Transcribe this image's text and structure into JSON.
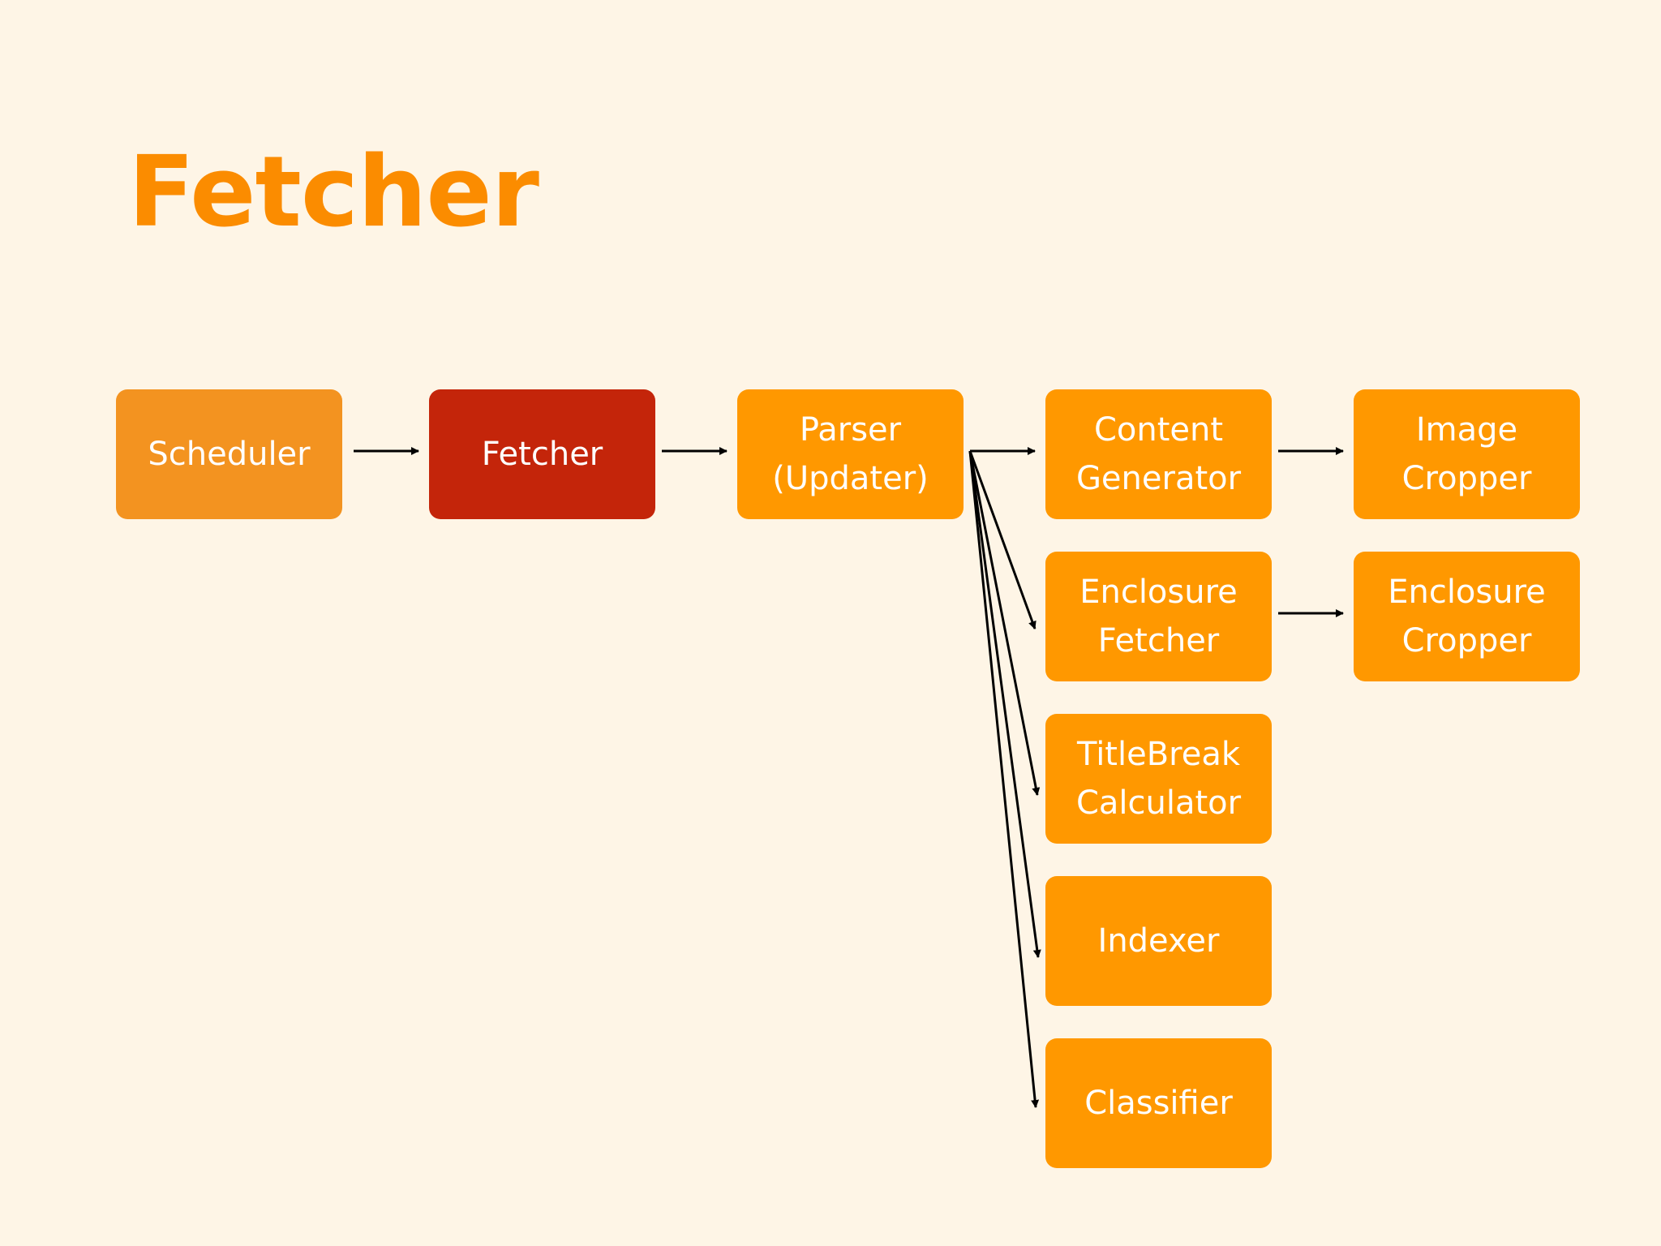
{
  "slide": {
    "title": "Fetcher"
  },
  "colors": {
    "background": "#fef5e6",
    "title": "#fb8c00",
    "node_default": "#ff9800",
    "node_scheduler": "#f39320",
    "node_highlight": "#c4250a",
    "arrow": "#000000"
  },
  "nodes": [
    {
      "id": "scheduler",
      "lines": [
        "Scheduler"
      ],
      "highlight": false
    },
    {
      "id": "fetcher",
      "lines": [
        "Fetcher"
      ],
      "highlight": true
    },
    {
      "id": "parser",
      "lines": [
        "Parser",
        "(Updater)"
      ],
      "highlight": false
    },
    {
      "id": "content-generator",
      "lines": [
        "Content",
        "Generator"
      ],
      "highlight": false
    },
    {
      "id": "image-cropper",
      "lines": [
        "Image",
        "Cropper"
      ],
      "highlight": false
    },
    {
      "id": "enclosure-fetcher",
      "lines": [
        "Enclosure",
        "Fetcher"
      ],
      "highlight": false
    },
    {
      "id": "enclosure-cropper",
      "lines": [
        "Enclosure",
        "Cropper"
      ],
      "highlight": false
    },
    {
      "id": "titlebreak-calculator",
      "lines": [
        "TitleBreak",
        "Calculator"
      ],
      "highlight": false
    },
    {
      "id": "indexer",
      "lines": [
        "Indexer"
      ],
      "highlight": false
    },
    {
      "id": "classifier",
      "lines": [
        "Classifier"
      ],
      "highlight": false
    }
  ],
  "edges": [
    {
      "from": "scheduler",
      "to": "fetcher"
    },
    {
      "from": "fetcher",
      "to": "parser"
    },
    {
      "from": "parser",
      "to": "content-generator"
    },
    {
      "from": "content-generator",
      "to": "image-cropper"
    },
    {
      "from": "parser",
      "to": "enclosure-fetcher"
    },
    {
      "from": "enclosure-fetcher",
      "to": "enclosure-cropper"
    },
    {
      "from": "parser",
      "to": "titlebreak-calculator"
    },
    {
      "from": "parser",
      "to": "indexer"
    },
    {
      "from": "parser",
      "to": "classifier"
    }
  ]
}
